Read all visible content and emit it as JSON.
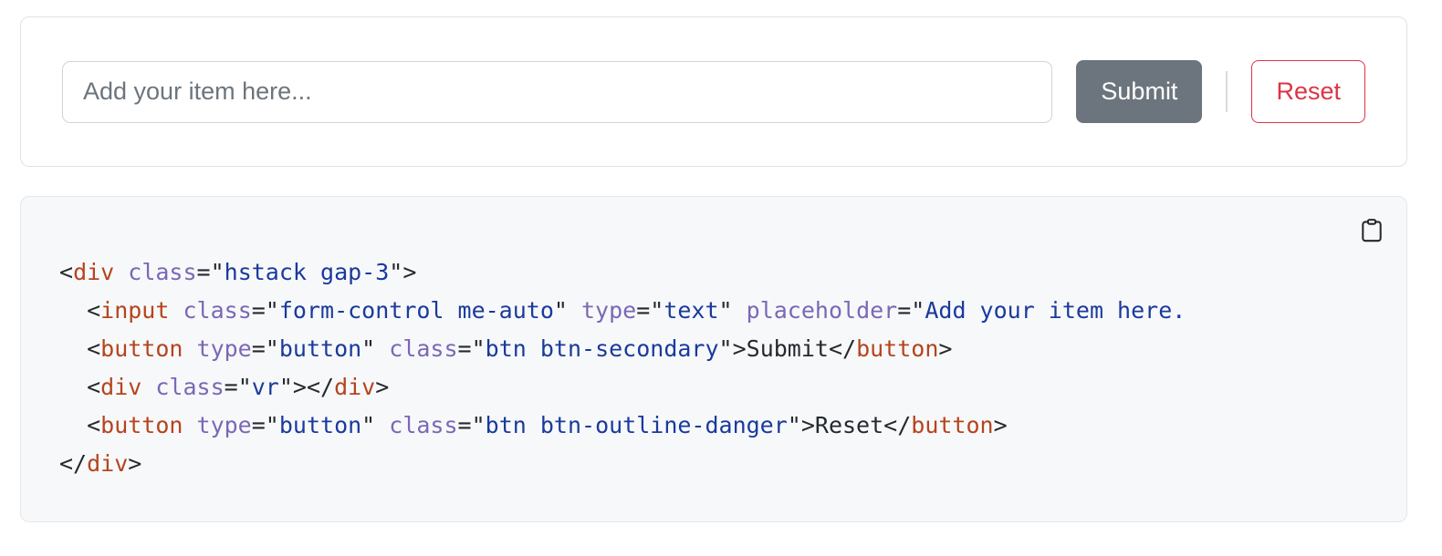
{
  "preview": {
    "input": {
      "value": "",
      "placeholder": "Add your item here..."
    },
    "submit_label": "Submit",
    "reset_label": "Reset",
    "divider": "vertical-rule"
  },
  "code_block": {
    "language": "html",
    "copy_icon": "clipboard-icon",
    "lines": [
      [
        {
          "t": "punc",
          "s": "<"
        },
        {
          "t": "tag",
          "s": "div"
        },
        {
          "t": "punc",
          "s": " "
        },
        {
          "t": "attr",
          "s": "class"
        },
        {
          "t": "punc",
          "s": "=\""
        },
        {
          "t": "str",
          "s": "hstack gap-3"
        },
        {
          "t": "punc",
          "s": "\">"
        }
      ],
      [
        {
          "t": "punc",
          "s": "  <"
        },
        {
          "t": "tag",
          "s": "input"
        },
        {
          "t": "punc",
          "s": " "
        },
        {
          "t": "attr",
          "s": "class"
        },
        {
          "t": "punc",
          "s": "=\""
        },
        {
          "t": "str",
          "s": "form-control me-auto"
        },
        {
          "t": "punc",
          "s": "\" "
        },
        {
          "t": "attr",
          "s": "type"
        },
        {
          "t": "punc",
          "s": "=\""
        },
        {
          "t": "str",
          "s": "text"
        },
        {
          "t": "punc",
          "s": "\" "
        },
        {
          "t": "attr",
          "s": "placeholder"
        },
        {
          "t": "punc",
          "s": "=\""
        },
        {
          "t": "str",
          "s": "Add your item here."
        }
      ],
      [
        {
          "t": "punc",
          "s": "  <"
        },
        {
          "t": "tag",
          "s": "button"
        },
        {
          "t": "punc",
          "s": " "
        },
        {
          "t": "attr",
          "s": "type"
        },
        {
          "t": "punc",
          "s": "=\""
        },
        {
          "t": "str",
          "s": "button"
        },
        {
          "t": "punc",
          "s": "\" "
        },
        {
          "t": "attr",
          "s": "class"
        },
        {
          "t": "punc",
          "s": "=\""
        },
        {
          "t": "str",
          "s": "btn btn-secondary"
        },
        {
          "t": "punc",
          "s": "\">"
        },
        {
          "t": "text",
          "s": "Submit"
        },
        {
          "t": "punc",
          "s": "</"
        },
        {
          "t": "tag",
          "s": "button"
        },
        {
          "t": "punc",
          "s": ">"
        }
      ],
      [
        {
          "t": "punc",
          "s": "  <"
        },
        {
          "t": "tag",
          "s": "div"
        },
        {
          "t": "punc",
          "s": " "
        },
        {
          "t": "attr",
          "s": "class"
        },
        {
          "t": "punc",
          "s": "=\""
        },
        {
          "t": "str",
          "s": "vr"
        },
        {
          "t": "punc",
          "s": "\"></"
        },
        {
          "t": "tag",
          "s": "div"
        },
        {
          "t": "punc",
          "s": ">"
        }
      ],
      [
        {
          "t": "punc",
          "s": "  <"
        },
        {
          "t": "tag",
          "s": "button"
        },
        {
          "t": "punc",
          "s": " "
        },
        {
          "t": "attr",
          "s": "type"
        },
        {
          "t": "punc",
          "s": "=\""
        },
        {
          "t": "str",
          "s": "button"
        },
        {
          "t": "punc",
          "s": "\" "
        },
        {
          "t": "attr",
          "s": "class"
        },
        {
          "t": "punc",
          "s": "=\""
        },
        {
          "t": "str",
          "s": "btn btn-outline-danger"
        },
        {
          "t": "punc",
          "s": "\">"
        },
        {
          "t": "text",
          "s": "Reset"
        },
        {
          "t": "punc",
          "s": "</"
        },
        {
          "t": "tag",
          "s": "button"
        },
        {
          "t": "punc",
          "s": ">"
        }
      ],
      [
        {
          "t": "punc",
          "s": "</"
        },
        {
          "t": "tag",
          "s": "div"
        },
        {
          "t": "punc",
          "s": ">"
        }
      ]
    ]
  },
  "colors": {
    "secondary": "#6c757d",
    "danger": "#dc3545",
    "card_border": "#dee2e6",
    "code_bg": "#f7f8fa",
    "tag": "#b5441d",
    "attr": "#7b68b5",
    "string": "#1a3a9c",
    "punctuation": "#24292e"
  }
}
